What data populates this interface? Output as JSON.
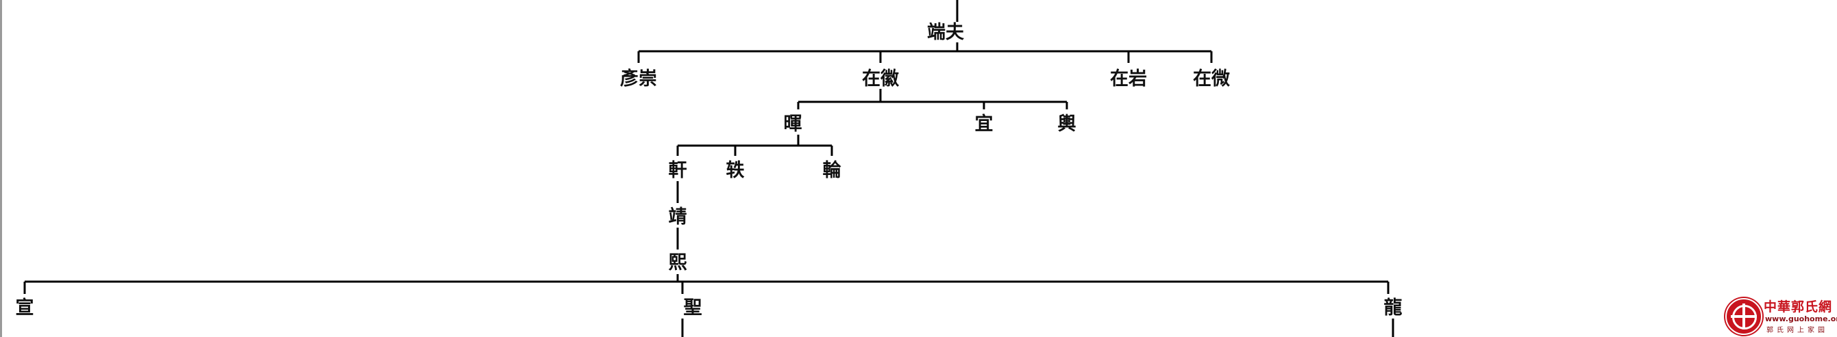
{
  "tree": {
    "root": "端夫",
    "gen1": [
      "彥崇",
      "在徽",
      "在岩",
      "在微"
    ],
    "gen2": [
      "暉",
      "宜",
      "輿"
    ],
    "gen3": [
      "軒",
      "轶",
      "輪"
    ],
    "gen4": "靖",
    "gen5": "熙",
    "gen6": [
      "宣",
      "聖",
      "龍"
    ]
  },
  "logo": {
    "title": "中華郭氏網",
    "url": "www.guohome.org",
    "subtitle": "郭氏网上家园"
  },
  "colors": {
    "line": "#000000",
    "text": "#111111",
    "logo_red": "#c8141e"
  }
}
